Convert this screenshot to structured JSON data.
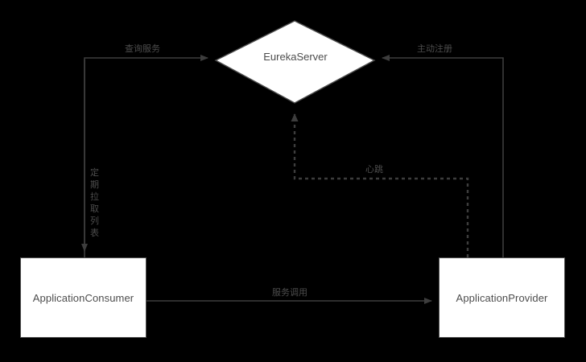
{
  "diagram": {
    "title": "Eureka service registry architecture",
    "background_color": "#000000",
    "stroke_color": "#4d4d4d",
    "node_fill": "#ffffff",
    "text_color": "#4d4d4d",
    "nodes": {
      "eureka_server": {
        "label": "EurekaServer",
        "shape": "diamond"
      },
      "consumer": {
        "label": "ApplicationConsumer",
        "shape": "rectangle"
      },
      "provider": {
        "label": "ApplicationProvider",
        "shape": "rectangle"
      }
    },
    "edges": {
      "query_service": {
        "label": "查询服务",
        "style": "solid",
        "from": "consumer",
        "to": "eureka_server"
      },
      "active_register": {
        "label": "主动注册",
        "style": "solid",
        "from": "provider",
        "to": "eureka_server"
      },
      "periodic_pull": {
        "label": "定期拉取列表",
        "style": "solid",
        "from": "eureka_server",
        "to": "consumer"
      },
      "heartbeat": {
        "label": "心跳",
        "style": "dashed",
        "from": "provider",
        "to": "eureka_server"
      },
      "service_call": {
        "label": "服务调用",
        "style": "solid",
        "from": "consumer",
        "to": "provider"
      }
    }
  }
}
